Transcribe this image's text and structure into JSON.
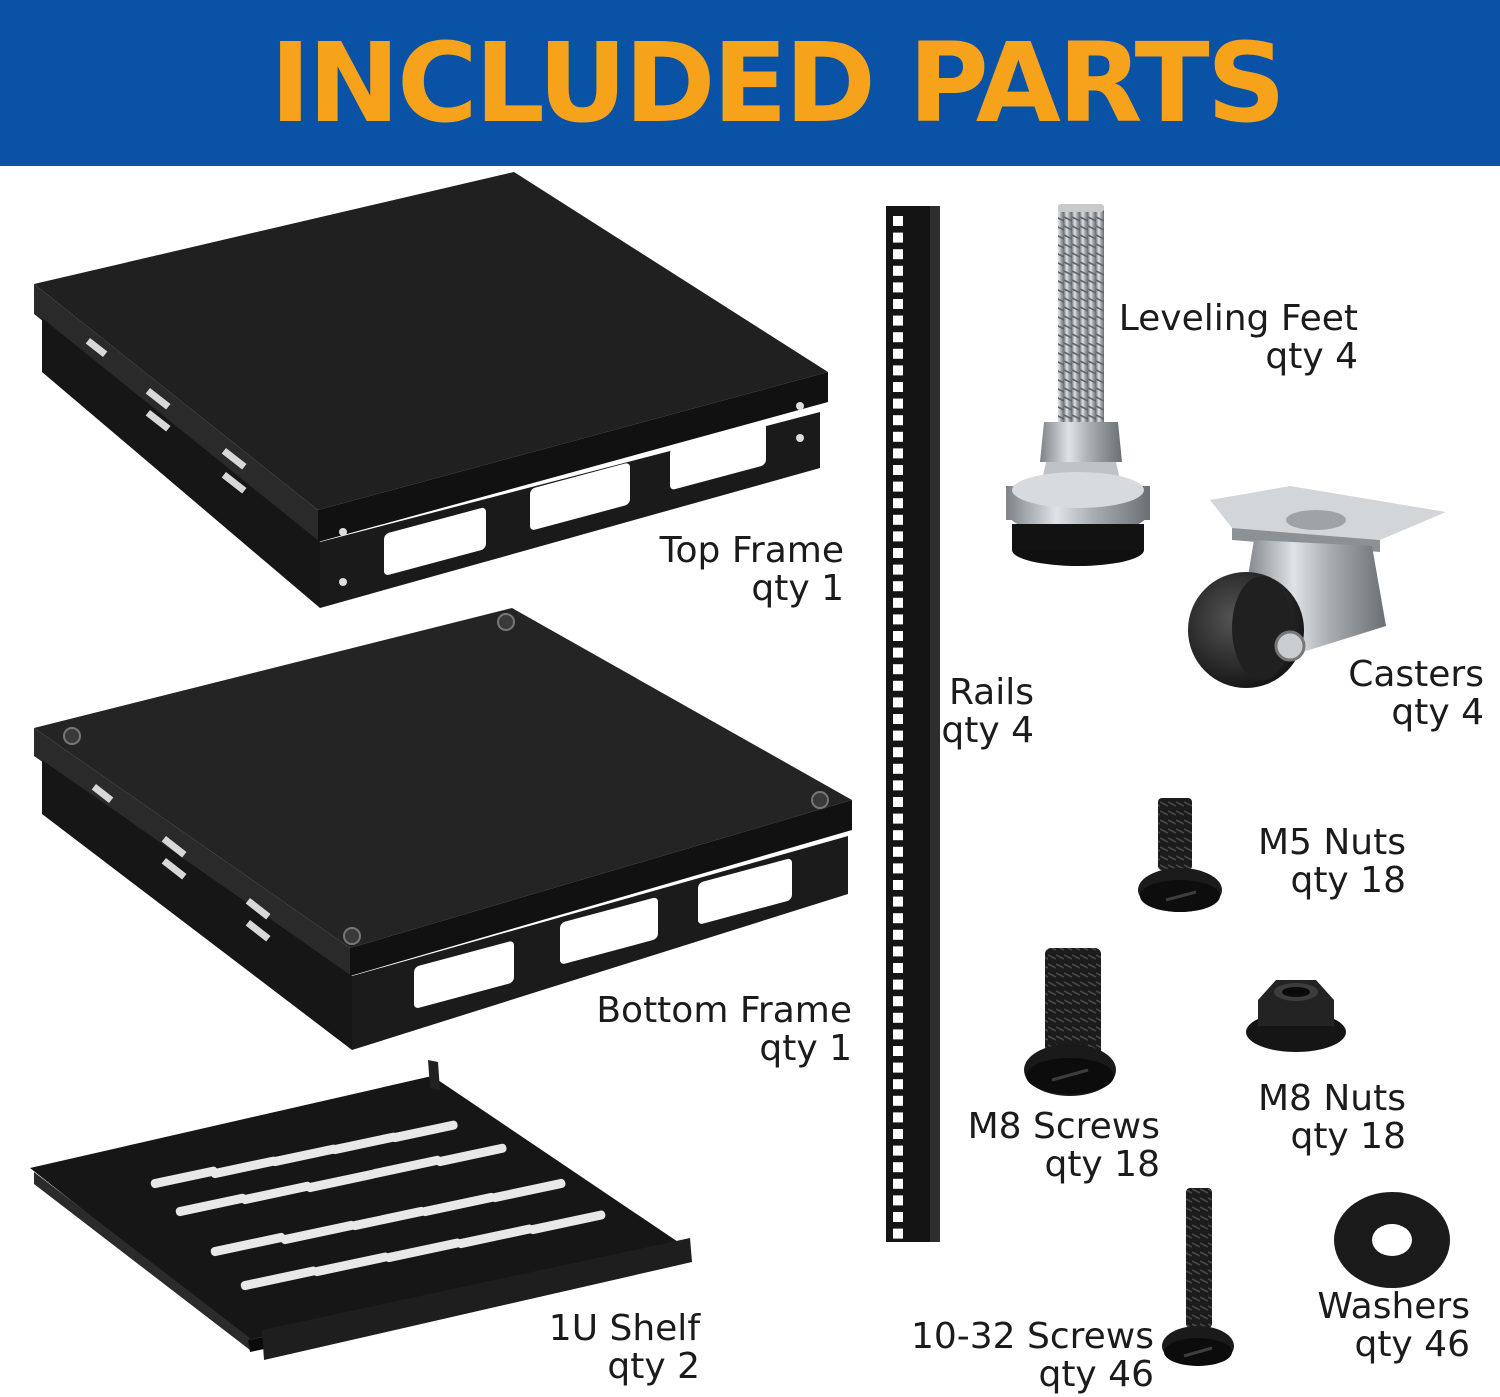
{
  "title": "INCLUDED PARTS",
  "colors": {
    "banner": "#0a52a5",
    "title": "#f7a21b"
  },
  "parts": {
    "top_frame": {
      "name": "Top Frame",
      "qty": "qty 1"
    },
    "bottom_frame": {
      "name": "Bottom Frame",
      "qty": "qty 1"
    },
    "shelf": {
      "name": "1U Shelf",
      "qty": "qty 2"
    },
    "rails": {
      "name": "Rails",
      "qty": "qty 4"
    },
    "leveling_feet": {
      "name": "Leveling Feet",
      "qty": "qty 4"
    },
    "casters": {
      "name": "Casters",
      "qty": "qty 4"
    },
    "m5_nuts": {
      "name": "M5 Nuts",
      "qty": "qty 18"
    },
    "m8_screws": {
      "name": "M8 Screws",
      "qty": "qty 18"
    },
    "m8_nuts": {
      "name": "M8 Nuts",
      "qty": "qty 18"
    },
    "screws_10_32": {
      "name": "10-32 Screws",
      "qty": "qty 46"
    },
    "washers": {
      "name": "Washers",
      "qty": "qty 46"
    }
  }
}
